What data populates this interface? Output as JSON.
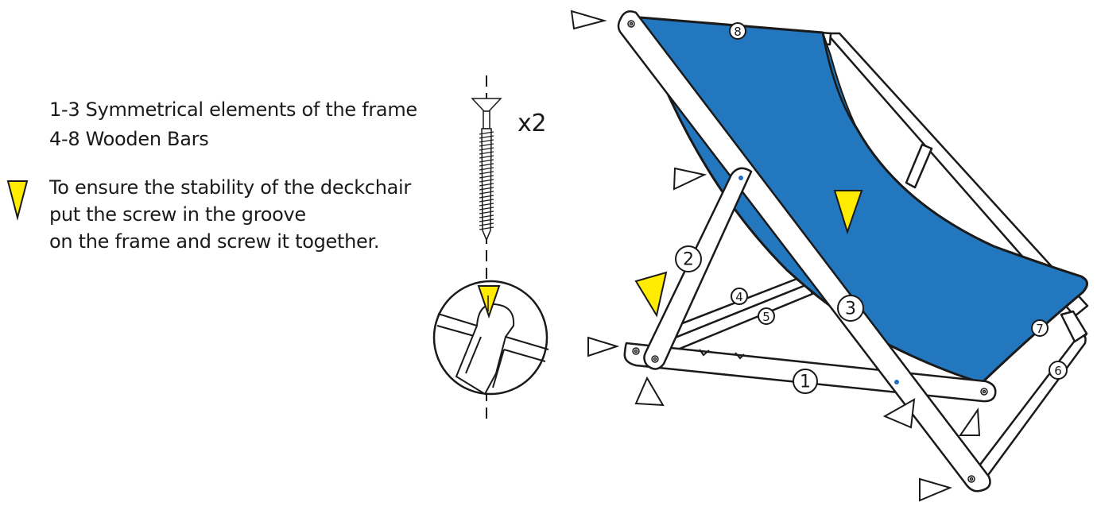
{
  "legend": {
    "line1": "1-3 Symmetrical elements of the frame",
    "line2": "4-8 Wooden Bars",
    "note1": "To ensure the stability of the deckchair",
    "note2": "put the  screw in the groove",
    "note3": "on the frame and screw it together."
  },
  "screw": {
    "quantity": "x2"
  },
  "parts": [
    {
      "id": "part-1",
      "label": "1"
    },
    {
      "id": "part-2",
      "label": "2"
    },
    {
      "id": "part-3",
      "label": "3"
    },
    {
      "id": "part-4",
      "label": "4"
    },
    {
      "id": "part-5",
      "label": "5"
    },
    {
      "id": "part-6",
      "label": "6"
    },
    {
      "id": "part-7",
      "label": "7"
    },
    {
      "id": "part-8",
      "label": "8"
    }
  ],
  "colors": {
    "fabric": "#2277be",
    "warning": "#ffec00",
    "outline": "#1a1a1a",
    "pin": "#1d6fc2"
  }
}
